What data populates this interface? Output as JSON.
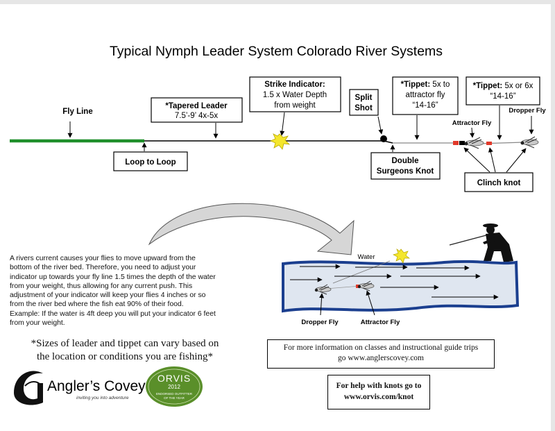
{
  "title": "Typical Nymph Leader System Colorado River Systems",
  "labels": {
    "fly_line": "Fly Line",
    "tapered_leader_line1": "*Tapered Leader",
    "tapered_leader_line2": "7.5’-9’ 4x-5x",
    "strike_line1": "Strike Indicator:",
    "strike_line2": "1.5 x Water Depth",
    "strike_line3": "from weight",
    "split_shot_line1": "Split",
    "split_shot_line2": "Shot",
    "tippet1_bold": "*Tippet:",
    "tippet1_rest": "5x to",
    "tippet1_line2": "attractor fly",
    "tippet1_line3": "“14-16”",
    "tippet2_bold": "*Tippet:",
    "tippet2_rest": "5x or 6x",
    "tippet2_line2": "“14-16”",
    "attractor_fly": "Attractor Fly",
    "dropper_fly": "Dropper Fly",
    "loop_to_loop": "Loop to Loop",
    "double_surgeons_line1": "Double",
    "double_surgeons_line2": "Surgeons Knot",
    "clinch_knot": "Clinch knot"
  },
  "river": {
    "water_label": "Water",
    "dropper_label": "Dropper Fly",
    "attractor_label": "Attractor Fly"
  },
  "paragraph": [
    "A rivers current causes your flies to move upward from the",
    "bottom of the river bed.  Therefore, you need to adjust your",
    "indicator up towards your fly line 1.5 times the depth of the water",
    "from your weight, thus allowing for any current push. This",
    "adjustment of your indicator will keep your flies 4 inches or so",
    "from the river bed where the fish eat 90% of their food.",
    "Example: If the water is 4ft deep you will put your indicator 6 feet",
    "from your weight."
  ],
  "sizes_note": [
    "*Sizes of leader and tippet can vary based on",
    "the location or conditions you are fishing*"
  ],
  "info_box": [
    "For more information on classes and instructional guide trips",
    "go www.anglerscovey.com"
  ],
  "knot_box": [
    "For help with knots go to",
    "www.orvis.com/knot"
  ],
  "logos": {
    "anglers_covey": "Angler’s Covey",
    "anglers_covey_tagline": "inviting you into adventure",
    "orvis_name": "ORVIS",
    "orvis_year": "2012",
    "orvis_line1": "ENDORSED OUTFITTER",
    "orvis_line2": "OF THE YEAR"
  },
  "colors": {
    "fly_line": "#1f8f2a",
    "indicator": "#f4e62c",
    "river_fill": "#dfe6f0",
    "river_stroke": "#1b3f8f",
    "orvis_green": "#5a8f2a"
  }
}
